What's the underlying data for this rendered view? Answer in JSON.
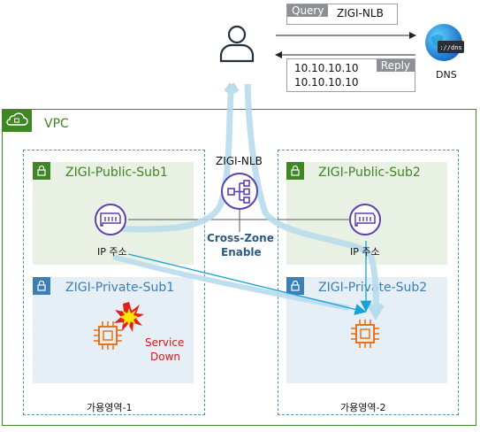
{
  "query": {
    "tag": "Query",
    "value": "ZIGI-NLB"
  },
  "reply": {
    "tag": "Reply",
    "values": [
      "10.10.10.10",
      "10.10.10.10"
    ]
  },
  "dns": {
    "label": "DNS",
    "icon_text": "://dns"
  },
  "vpc": {
    "label": "VPC"
  },
  "nlb": {
    "label": "ZIGI-NLB",
    "cross_zone_line1": "Cross-Zone",
    "cross_zone_line2": "Enable"
  },
  "subnets": {
    "public1": "ZIGI-Public-Sub1",
    "private1": "ZIGI-Private-Sub1",
    "public2": "ZIGI-Public-Sub2",
    "private2": "ZIGI-Private-Sub2"
  },
  "eni": {
    "label1": "IP 주소",
    "label2": "IP 주소"
  },
  "service": {
    "line1": "Service",
    "line2": "Down"
  },
  "azs": {
    "az1": "가용영역-1",
    "az2": "가용영역-2"
  },
  "colors": {
    "vpc_green": "#3f8624",
    "subnet_blue": "#3b7fb6",
    "public_fill": "#e8f1e4",
    "private_fill": "#e6eff6",
    "ec2_orange": "#e8731a",
    "nlb_purple": "#5a3fb3",
    "flow_light_blue": "#b9dcec",
    "alert_red": "#d21a1a"
  }
}
